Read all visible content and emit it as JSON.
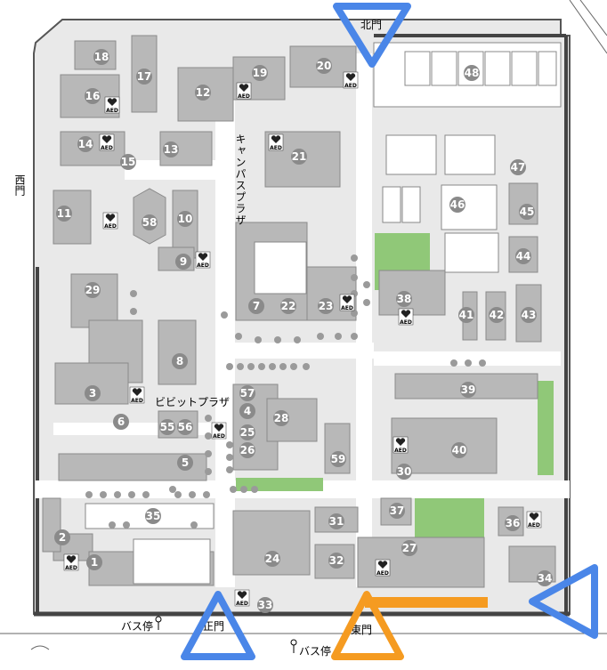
{
  "colors": {
    "building": "#b8b8b8",
    "ground": "#e9e9e9",
    "road": "#ffffff",
    "outline": "#555555",
    "green": "#90c878",
    "number_circle": "#8a8a8a",
    "gate_blue": "#4a86e8",
    "gate_orange": "#f59b21",
    "tree": "#9a9a9a"
  },
  "gates": {
    "north": "北門",
    "west": "西門",
    "main": "正門",
    "east": "東門"
  },
  "plazas": {
    "campus": "キャンパスプラザ",
    "vivid": "ビビットプラザ"
  },
  "bus_stops": {
    "left": "バス停",
    "bottom": "バス停"
  },
  "aed_label": "AED",
  "buildings": [
    {
      "id": "b1",
      "label": "1"
    },
    {
      "id": "b2",
      "label": "2"
    },
    {
      "id": "b3",
      "label": "3"
    },
    {
      "id": "b4",
      "label": "4"
    },
    {
      "id": "b5",
      "label": "5"
    },
    {
      "id": "b6",
      "label": "6"
    },
    {
      "id": "b7",
      "label": "7"
    },
    {
      "id": "b8",
      "label": "8"
    },
    {
      "id": "b9",
      "label": "9"
    },
    {
      "id": "b10",
      "label": "10"
    },
    {
      "id": "b11",
      "label": "11"
    },
    {
      "id": "b12",
      "label": "12"
    },
    {
      "id": "b13",
      "label": "13"
    },
    {
      "id": "b14",
      "label": "14"
    },
    {
      "id": "b15",
      "label": "15"
    },
    {
      "id": "b16",
      "label": "16"
    },
    {
      "id": "b17",
      "label": "17"
    },
    {
      "id": "b18",
      "label": "18"
    },
    {
      "id": "b19",
      "label": "19"
    },
    {
      "id": "b20",
      "label": "20"
    },
    {
      "id": "b21",
      "label": "21"
    },
    {
      "id": "b22",
      "label": "22"
    },
    {
      "id": "b23",
      "label": "23"
    },
    {
      "id": "b24",
      "label": "24"
    },
    {
      "id": "b25",
      "label": "25"
    },
    {
      "id": "b26",
      "label": "26"
    },
    {
      "id": "b27",
      "label": "27"
    },
    {
      "id": "b28",
      "label": "28"
    },
    {
      "id": "b29",
      "label": "29"
    },
    {
      "id": "b30",
      "label": "30"
    },
    {
      "id": "b31",
      "label": "31"
    },
    {
      "id": "b32",
      "label": "32"
    },
    {
      "id": "b33",
      "label": "33"
    },
    {
      "id": "b34",
      "label": "34"
    },
    {
      "id": "b35",
      "label": "35"
    },
    {
      "id": "b36",
      "label": "36"
    },
    {
      "id": "b37",
      "label": "37"
    },
    {
      "id": "b38",
      "label": "38"
    },
    {
      "id": "b39",
      "label": "39"
    },
    {
      "id": "b40",
      "label": "40"
    },
    {
      "id": "b41",
      "label": "41"
    },
    {
      "id": "b42",
      "label": "42"
    },
    {
      "id": "b43",
      "label": "43"
    },
    {
      "id": "b44",
      "label": "44"
    },
    {
      "id": "b45",
      "label": "45"
    },
    {
      "id": "b46",
      "label": "46"
    },
    {
      "id": "b47",
      "label": "47"
    },
    {
      "id": "b48",
      "label": "48"
    },
    {
      "id": "b55",
      "label": "55"
    },
    {
      "id": "b56",
      "label": "56"
    },
    {
      "id": "b57",
      "label": "57"
    },
    {
      "id": "b58",
      "label": "58"
    },
    {
      "id": "b59",
      "label": "59"
    }
  ]
}
